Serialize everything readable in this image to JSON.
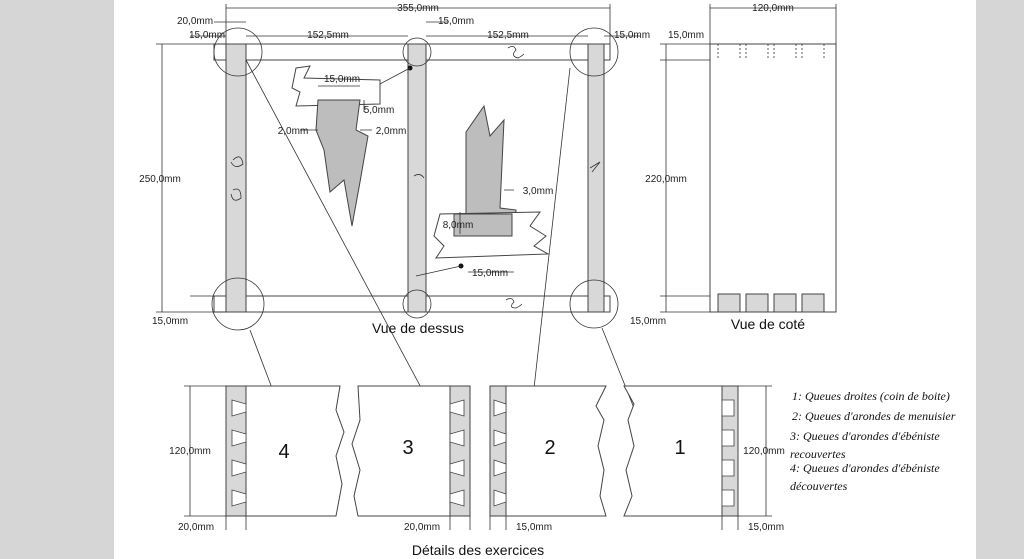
{
  "views": {
    "top": "Vue de dessus",
    "side": "Vue de coté",
    "details": "Détails des exercices"
  },
  "dims": {
    "overall_width": "355,0mm",
    "left_offset": "20,0mm",
    "left_thick": "15,0mm",
    "span_left": "152,5mm",
    "center_thick": "15,0mm",
    "span_right": "152,5mm",
    "right_thick": "15,0mm",
    "height_top": "250,0mm",
    "bottom_thick": "15,0mm",
    "tail_width": "15,0mm",
    "tail_depth": "5,0mm",
    "gap_left": "2,0mm",
    "gap_right": "2,0mm",
    "lap_a": "3,0mm",
    "lap_b": "8,0mm",
    "lap_width": "15,0mm",
    "side_width": "120,0mm",
    "side_top": "15,0mm",
    "side_height": "220,0mm",
    "side_bottom": "15,0mm",
    "det_left_h": "120,0mm",
    "det_right_h": "120,0mm",
    "det_b1": "20,0mm",
    "det_b2": "20,0mm",
    "det_b3": "15,0mm",
    "det_b4": "15,0mm"
  },
  "exercises": [
    "4",
    "3",
    "2",
    "1"
  ],
  "legend": [
    "1: Queues droites (coin de boite)",
    "2: Queues d'arondes de menuisier",
    "3: Queues d'arondes d'ébéniste",
    "recouvertes",
    "4: Queues d'arondes d'ébéniste",
    "découvertes"
  ]
}
